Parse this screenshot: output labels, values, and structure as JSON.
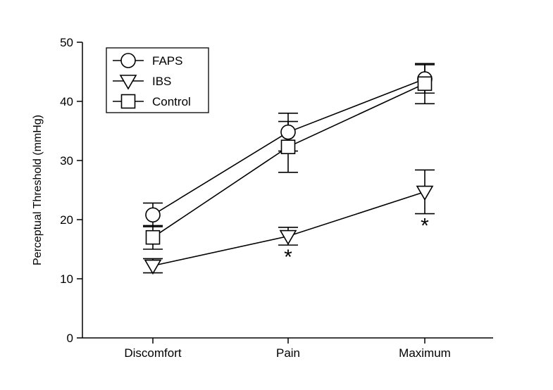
{
  "chart_data": {
    "type": "line",
    "title": "",
    "xlabel": "",
    "ylabel": "Perceptual Threshold (mmHg)",
    "categories": [
      "Discomfort",
      "Pain",
      "Maximum"
    ],
    "ylim": [
      0,
      50
    ],
    "yticks": [
      "0",
      "10",
      "20",
      "30",
      "40",
      "50"
    ],
    "grid": false,
    "legend_position": "top-left",
    "series": [
      {
        "name": "FAPS",
        "marker": "circle",
        "values": [
          20.8,
          34.8,
          43.8
        ],
        "errors": [
          2.0,
          3.2,
          2.4
        ]
      },
      {
        "name": "IBS",
        "marker": "triangle-down",
        "values": [
          12.2,
          17.2,
          24.7
        ],
        "errors": [
          1.2,
          1.5,
          3.7
        ]
      },
      {
        "name": "Control",
        "marker": "square",
        "values": [
          17.0,
          32.3,
          43.0
        ],
        "errors": [
          2.0,
          4.3,
          3.4
        ]
      }
    ],
    "annotations": [
      {
        "text": "*",
        "category": "Pain"
      },
      {
        "text": "*",
        "category": "Maximum"
      }
    ]
  }
}
